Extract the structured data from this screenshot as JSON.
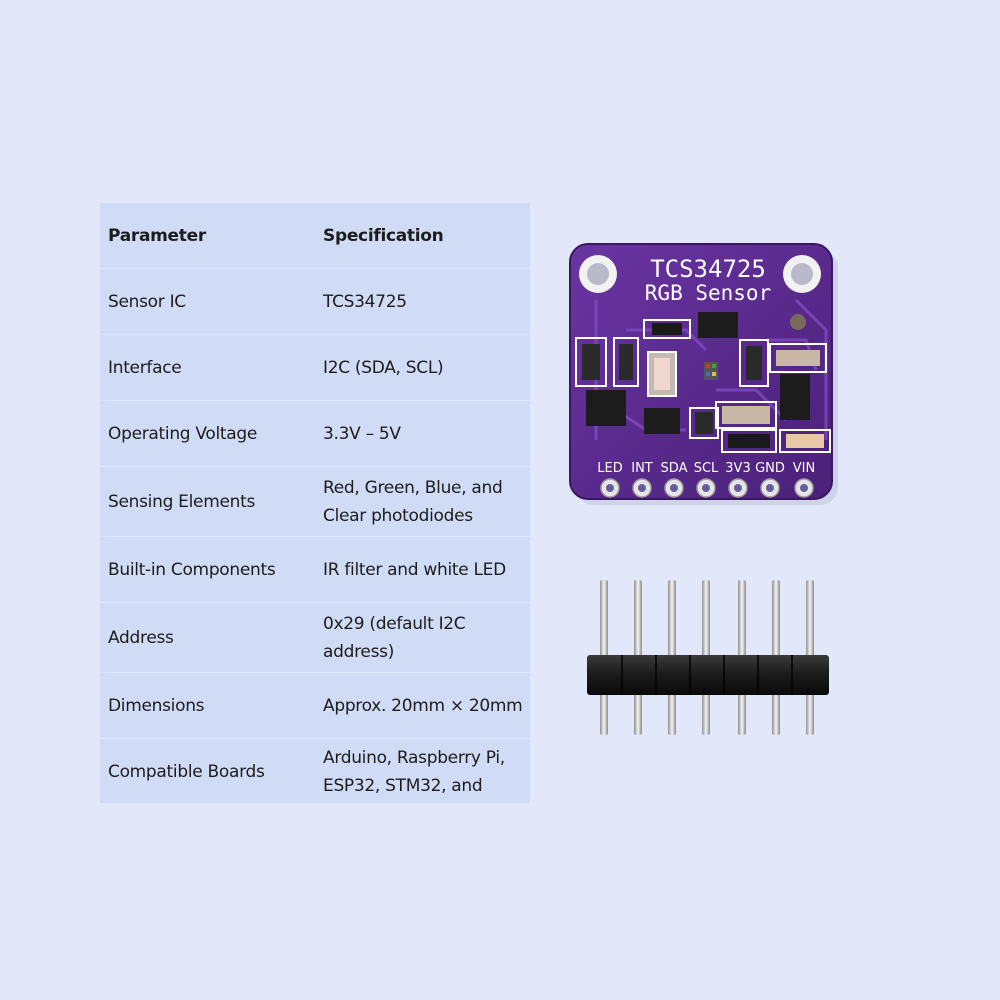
{
  "table": {
    "header": {
      "param": "Parameter",
      "value": "Specification"
    },
    "rows": [
      {
        "param": "Sensor IC",
        "value": "TCS34725"
      },
      {
        "param": "Interface",
        "value": "I2C (SDA, SCL)"
      },
      {
        "param": "Operating Voltage",
        "value": "3.3V – 5V"
      },
      {
        "param": "Sensing Elements",
        "value": "Red, Green, Blue, and Clear photodiodes"
      },
      {
        "param": "Built-in Components",
        "value": "IR filter and white LED"
      },
      {
        "param": "Address",
        "value": "0x29 (default I2C address)"
      },
      {
        "param": "Dimensions",
        "value": "Approx. 20mm × 20mm"
      },
      {
        "param": "Compatible Boards",
        "value": "Arduino, Raspberry Pi, ESP32, STM32, and"
      }
    ]
  },
  "board": {
    "title": "TCS34725",
    "subtitle": "RGB Sensor",
    "pins": [
      "LED",
      "INT",
      "SDA",
      "SCL",
      "3V3",
      "GND",
      "VIN"
    ],
    "colors": {
      "pcb": "#5a2a8e",
      "pcb_dark": "#3e1a66",
      "silk": "#ffffff",
      "pad": "#d9d9d9"
    }
  },
  "pin_header": {
    "pin_count": 7
  },
  "colors": {
    "background": "#e2e8fa",
    "table_bg": "#d0dcf6"
  }
}
